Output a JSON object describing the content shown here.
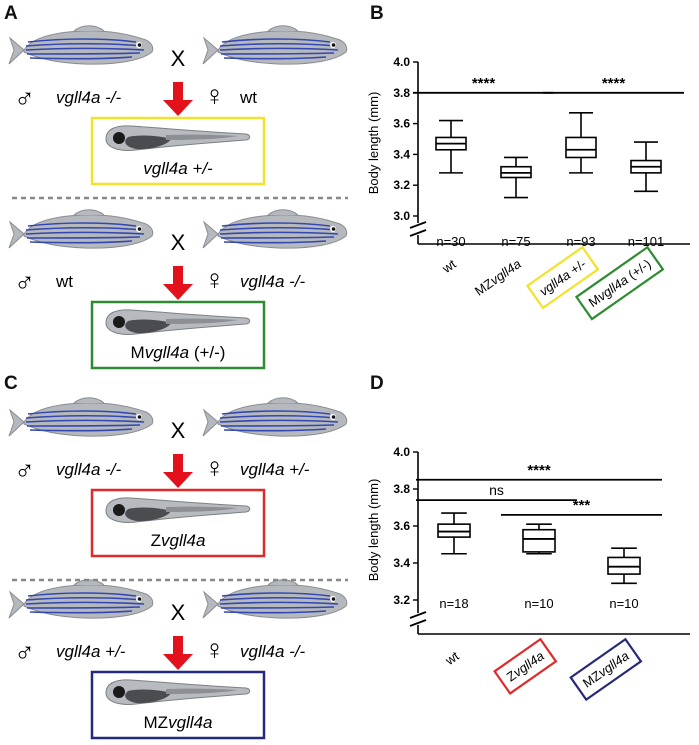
{
  "panels": {
    "A": "A",
    "B": "B",
    "C": "C",
    "D": "D"
  },
  "cross_symbol": "X",
  "male_symbol": "♂",
  "female_symbol": "♀",
  "crosses": [
    {
      "male_genotype": "vgll4a -/-",
      "female_genotype": "wt",
      "offspring": {
        "prefix": "",
        "italic": "vgll4a +/-",
        "suffix": ""
      },
      "box_color": "#f2e22a"
    },
    {
      "male_genotype": "wt",
      "female_genotype": "vgll4a -/-",
      "offspring": {
        "prefix": "M",
        "italic": "vgll4a",
        "suffix": " (+/-)"
      },
      "box_color": "#2e8b32"
    },
    {
      "male_genotype": "vgll4a -/-",
      "female_genotype": "vgll4a +/-",
      "offspring": {
        "prefix": "Z",
        "italic": "vgll4a",
        "suffix": ""
      },
      "box_color": "#e02a2a"
    },
    {
      "male_genotype": "vgll4a +/-",
      "female_genotype": "vgll4a -/-",
      "offspring": {
        "prefix": "MZ",
        "italic": "vgll4a",
        "suffix": ""
      },
      "box_color": "#25297a"
    }
  ],
  "colors": {
    "arrow": "#e2111b",
    "fish_stripe": "#3347b0",
    "divider": "#888888"
  },
  "chart_data": [
    {
      "type": "box",
      "panel": "B",
      "ylabel": "Body length (mm)",
      "ylim": [
        3.0,
        4.0
      ],
      "yticks": [
        3.0,
        3.2,
        3.4,
        3.6,
        3.8,
        4.0
      ],
      "axis_break": true,
      "categories": [
        {
          "prefix": "",
          "italic": "",
          "suffix": "wt",
          "boxed": false,
          "color": ""
        },
        {
          "prefix": "MZ",
          "italic": "vgll4a",
          "suffix": "",
          "boxed": false,
          "color": ""
        },
        {
          "prefix": "",
          "italic": "vgll4a",
          "suffix": " +/-",
          "boxed": true,
          "color": "#f2e22a"
        },
        {
          "prefix": "M",
          "italic": "vgll4a",
          "suffix": " (+/-)",
          "boxed": true,
          "color": "#2e8b32"
        }
      ],
      "boxes": [
        {
          "min": 3.28,
          "q1": 3.43,
          "median": 3.47,
          "q3": 3.51,
          "max": 3.62,
          "n": "n=30"
        },
        {
          "min": 3.12,
          "q1": 3.25,
          "median": 3.28,
          "q3": 3.32,
          "max": 3.38,
          "n": "n=75"
        },
        {
          "min": 3.28,
          "q1": 3.38,
          "median": 3.43,
          "q3": 3.51,
          "max": 3.67,
          "n": "n=93"
        },
        {
          "min": 3.16,
          "q1": 3.28,
          "median": 3.32,
          "q3": 3.36,
          "max": 3.48,
          "n": "n=101"
        }
      ],
      "significance": [
        {
          "from": 0,
          "to": 1,
          "label": "****",
          "y": 3.8
        },
        {
          "from": 2,
          "to": 3,
          "label": "****",
          "y": 3.8
        }
      ]
    },
    {
      "type": "box",
      "panel": "D",
      "ylabel": "Body length (mm)",
      "ylim": [
        3.2,
        4.0
      ],
      "yticks": [
        3.2,
        3.4,
        3.6,
        3.8,
        4.0
      ],
      "axis_break": true,
      "categories": [
        {
          "prefix": "",
          "italic": "",
          "suffix": "wt",
          "boxed": false,
          "color": ""
        },
        {
          "prefix": "Z",
          "italic": "vgll4a",
          "suffix": "",
          "boxed": true,
          "color": "#e02a2a"
        },
        {
          "prefix": "MZ",
          "italic": "vgll4a",
          "suffix": "",
          "boxed": true,
          "color": "#25297a"
        }
      ],
      "boxes": [
        {
          "min": 3.45,
          "q1": 3.54,
          "median": 3.57,
          "q3": 3.61,
          "max": 3.67,
          "n": "n=18"
        },
        {
          "min": 3.45,
          "q1": 3.46,
          "median": 3.53,
          "q3": 3.58,
          "max": 3.61,
          "n": "n=10"
        },
        {
          "min": 3.29,
          "q1": 3.34,
          "median": 3.38,
          "q3": 3.43,
          "max": 3.48,
          "n": "n=10"
        }
      ],
      "significance": [
        {
          "from": 0,
          "to": 2,
          "label": "****",
          "y": 3.85
        },
        {
          "from": 0,
          "to": 1,
          "label": "ns",
          "y": 3.74
        },
        {
          "from": 1,
          "to": 2,
          "label": "***",
          "y": 3.66
        }
      ]
    }
  ]
}
